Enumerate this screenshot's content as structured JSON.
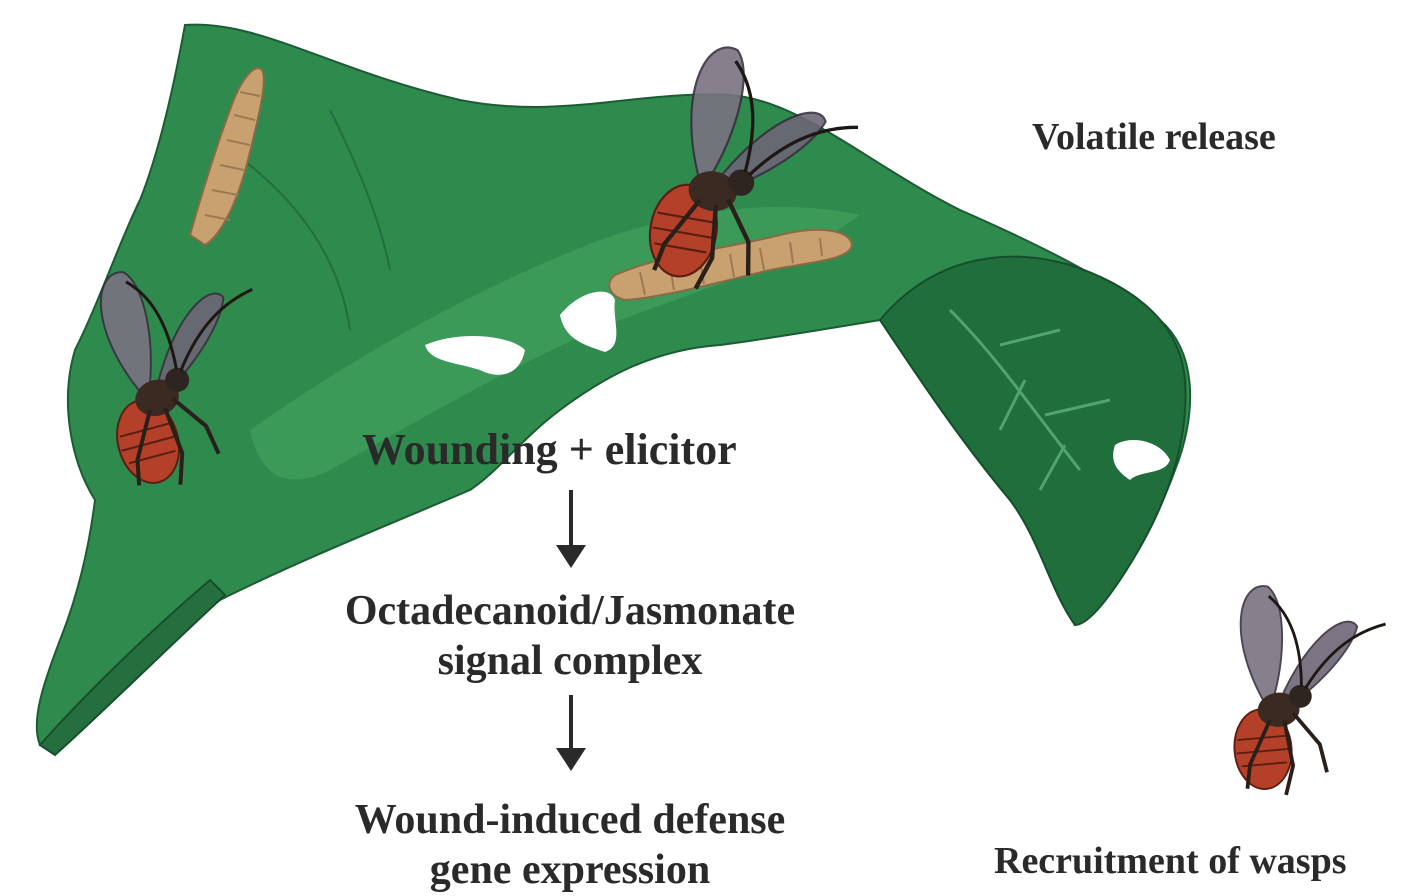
{
  "labels": {
    "volatile_release": "Volatile release",
    "wounding": "Wounding",
    "plus_elicitor": "+ elicitor",
    "octadecanoid_line1": "Octadecanoid/Jasmonate",
    "octadecanoid_line2": "signal complex",
    "defense_line1": "Wound-induced defense",
    "defense_line2": "gene expression",
    "recruitment": "Recruitment of wasps"
  },
  "icons": {
    "leaf": "leaf-illustration",
    "caterpillar": "caterpillar-icon",
    "wasp": "wasp-icon",
    "arrow": "down-arrow-icon"
  },
  "colors": {
    "leaf_dark": "#1f6e3c",
    "leaf_mid": "#2f8a4e",
    "leaf_light": "#3e9c5c",
    "caterpillar": "#c9a070",
    "wasp_body": "#3a2a22",
    "wasp_abdomen": "#b5402a",
    "wasp_wing": "#7a7280",
    "text": "#2a2a2a"
  }
}
